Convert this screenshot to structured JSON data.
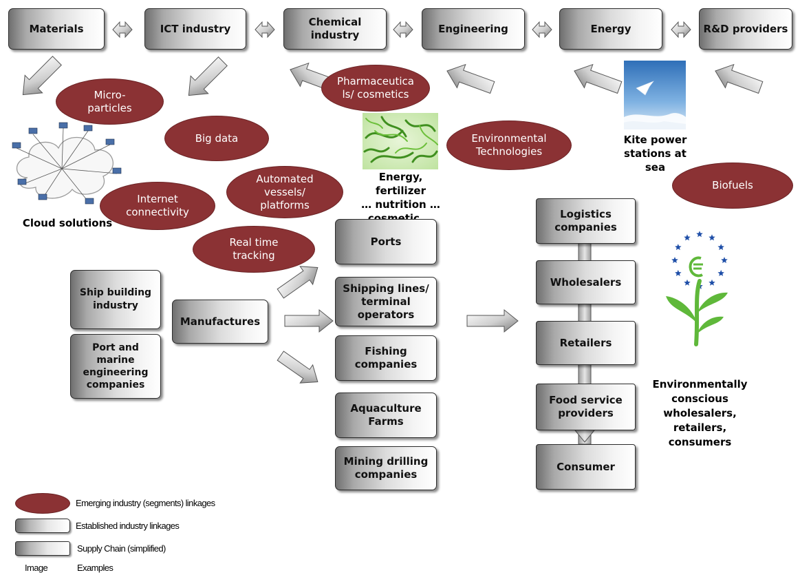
{
  "top_row": [
    {
      "id": "materials",
      "label": "Materials"
    },
    {
      "id": "ict",
      "label": "ICT industry"
    },
    {
      "id": "chemical",
      "label": "Chemical\nindustry"
    },
    {
      "id": "engineering",
      "label": "Engineering"
    },
    {
      "id": "energy",
      "label": "Energy"
    },
    {
      "id": "rnd",
      "label": "R&D providers"
    }
  ],
  "emerging": [
    {
      "id": "microparticles",
      "label": "Micro-\nparticles"
    },
    {
      "id": "pharma",
      "label": "Pharmaceutica\nls/ cosmetics"
    },
    {
      "id": "bigdata",
      "label": "Big data"
    },
    {
      "id": "envtech",
      "label": "Environmental\nTechnologies"
    },
    {
      "id": "internet",
      "label": "Internet\nconnectivity"
    },
    {
      "id": "automated",
      "label": "Automated\nvessels/\nplatforms"
    },
    {
      "id": "realtime",
      "label": "Real time\ntracking"
    },
    {
      "id": "biofuels",
      "label": "Biofuels"
    }
  ],
  "established": [
    {
      "id": "shipbuilding",
      "label": "Ship building\nindustry"
    },
    {
      "id": "portmarine",
      "label": "Port and\nmarine\nengineering\ncompanies"
    },
    {
      "id": "manufactures",
      "label": "Manufactures"
    },
    {
      "id": "ports",
      "label": "Ports"
    },
    {
      "id": "shipping",
      "label": "Shipping lines/\nterminal\noperators"
    },
    {
      "id": "fishing",
      "label": "Fishing\ncompanies"
    },
    {
      "id": "aquaculture",
      "label": "Aquaculture\nFarms"
    },
    {
      "id": "mining",
      "label": "Mining drilling\ncompanies"
    }
  ],
  "supply_chain": [
    {
      "id": "logistics",
      "label": "Logistics\ncompanies"
    },
    {
      "id": "wholesalers",
      "label": "Wholesalers"
    },
    {
      "id": "retailers",
      "label": "Retailers"
    },
    {
      "id": "foodservice",
      "label": "Food service\nproviders"
    },
    {
      "id": "consumer",
      "label": "Consumer"
    }
  ],
  "image_captions": {
    "cloud": "Cloud solutions",
    "algae": "Energy, fertilizer\n… nutrition …\ncosmetic …",
    "kite": "Kite power\nstations at sea",
    "ecolabel": "Environmentally\nconscious\nwholesalers,\nretailers,\nconsumers"
  },
  "image_icons": {
    "cloud": "cloud-network-icon",
    "algae": "algae-photo",
    "kite": "kite-photo",
    "ecolabel": "eu-ecolabel-icon"
  },
  "legend": {
    "emerging": "Emerging industry (segments) linkages",
    "established": "Established industry linkages",
    "supply_chain": "Supply Chain (simplified)",
    "image": "Image",
    "examples": "Examples"
  },
  "colors": {
    "emerging_oval": "#8b3234",
    "ecolabel_star": "#1f4fa8",
    "ecolabel_leaf": "#5fb83a",
    "sky": "#3a7fc8"
  }
}
